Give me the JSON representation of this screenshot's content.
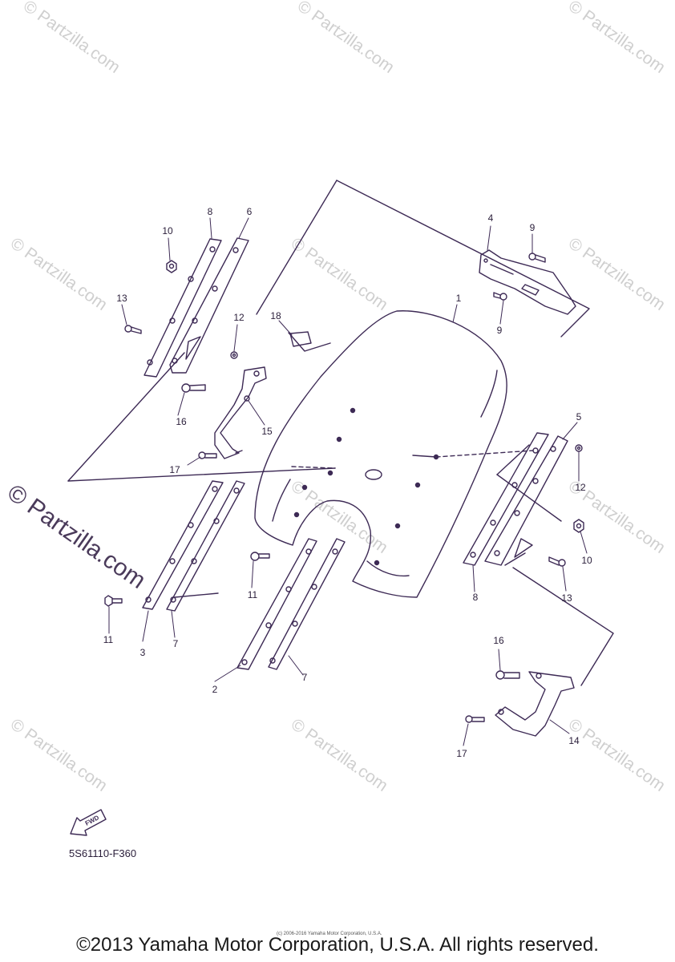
{
  "watermark": {
    "text": "© Partzilla.com",
    "emphasized_text": "© Partzilla.com"
  },
  "callouts": {
    "c1": "1",
    "c2": "2",
    "c3": "3",
    "c4": "4",
    "c5": "5",
    "c6": "6",
    "c7a": "7",
    "c7b": "7",
    "c8a": "8",
    "c8b": "8",
    "c9a": "9",
    "c9b": "9",
    "c10a": "10",
    "c10b": "10",
    "c11a": "11",
    "c11b": "11",
    "c12a": "12",
    "c12b": "12",
    "c13a": "13",
    "c13b": "13",
    "c14": "14",
    "c15": "15",
    "c16a": "16",
    "c16b": "16",
    "c17a": "17",
    "c17b": "17",
    "c18": "18"
  },
  "fwd_label": "FWD",
  "part_code": "5S61110-F360",
  "small_copyright": "(c) 2006-2016 Yamaha Motor Corporation, U.S.A.",
  "copyright": "©2013 Yamaha Motor Corporation, U.S.A. All rights reserved.",
  "colors": {
    "line": "#3d2a55",
    "watermark": "#cfcfcf"
  }
}
